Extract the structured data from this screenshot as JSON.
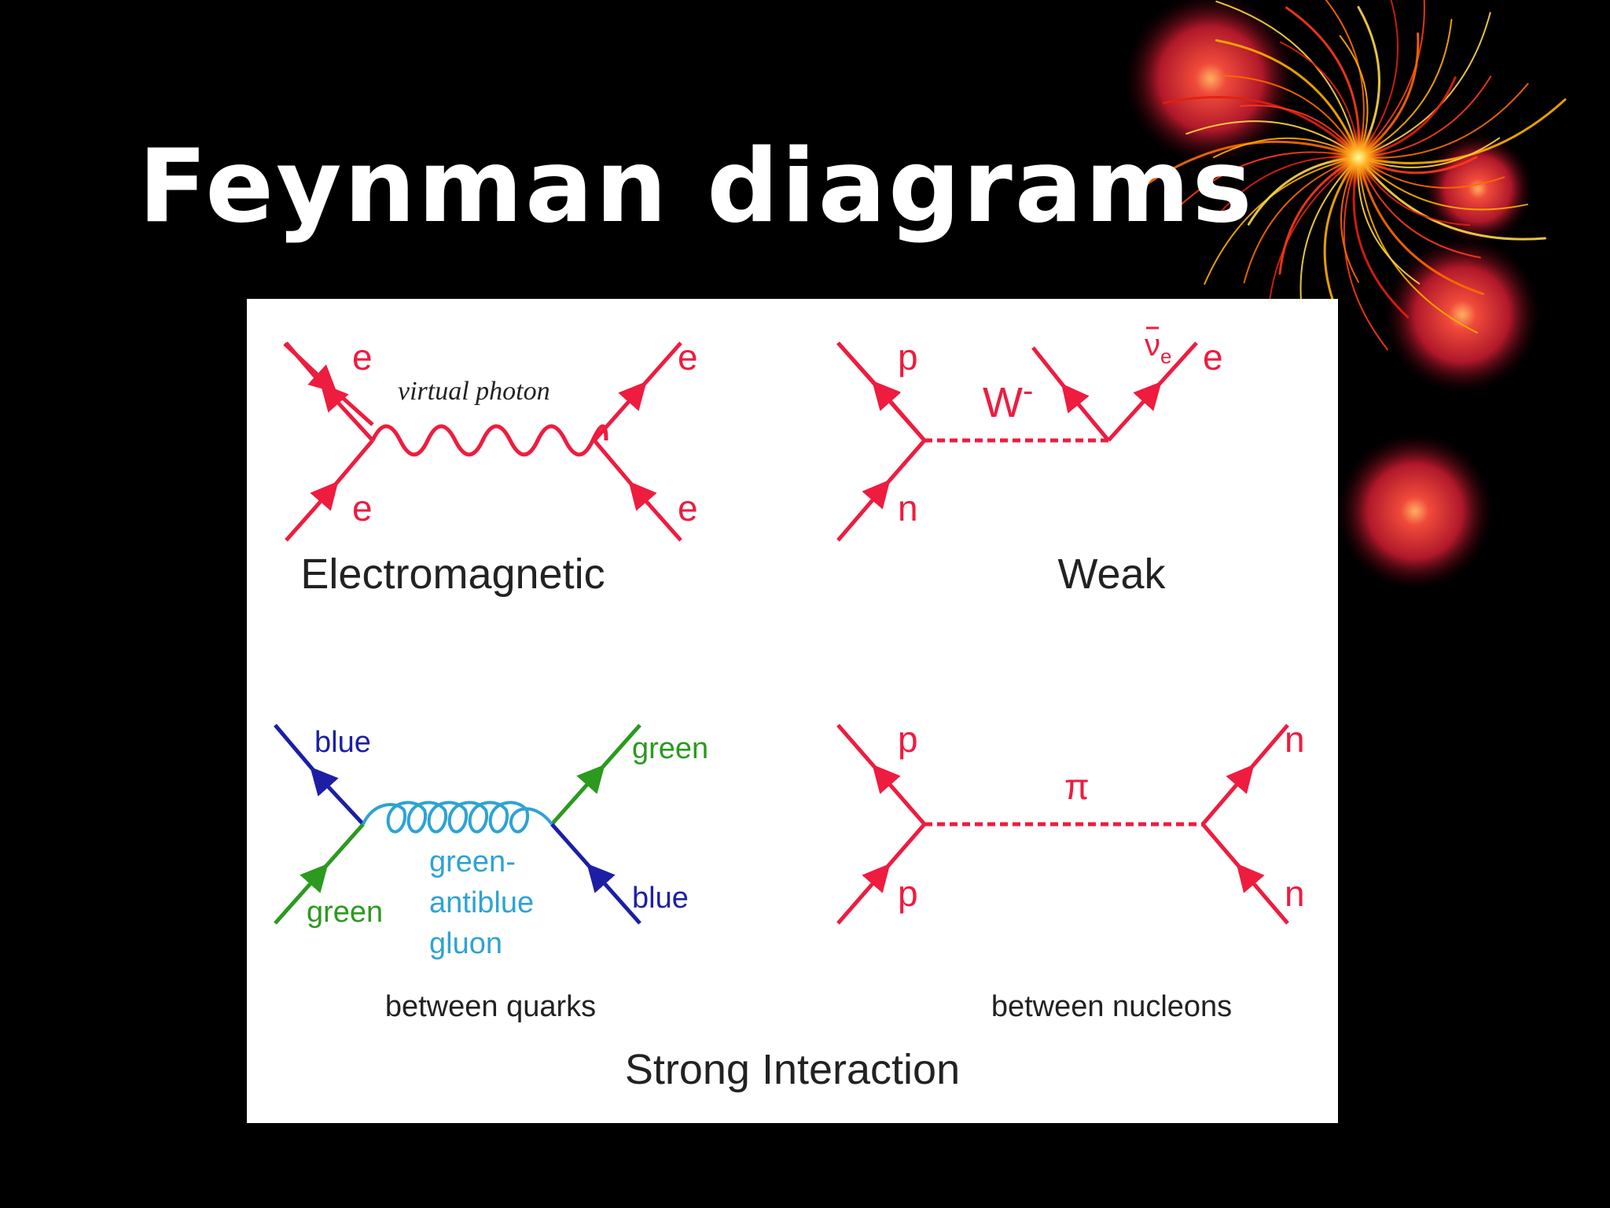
{
  "slide": {
    "title": "Feynman diagrams",
    "background": "#000000"
  },
  "colors": {
    "fermion": "#ee1c3f",
    "green_quark": "#2b9a1f",
    "blue_quark": "#1c1fa5",
    "gluon": "#2ea3d3",
    "text": "#222222"
  },
  "figure": {
    "electromagnetic": {
      "incoming_top": "e",
      "incoming_bottom": "e",
      "outgoing_top": "e",
      "outgoing_bottom": "e",
      "mediator": "virtual photon",
      "caption": "Electromagnetic"
    },
    "weak": {
      "particle_top": "p",
      "particle_bottom": "n",
      "mediator": "W",
      "mediator_charge": "-",
      "antineutrino": "ν",
      "antineutrino_sub": "e",
      "electron": "e",
      "caption": "Weak"
    },
    "strong_quarks": {
      "top_left": "blue",
      "bottom_left": "green",
      "top_right": "green",
      "bottom_right": "blue",
      "gluon_line1": "green-",
      "gluon_line2": "antiblue",
      "gluon_line3": "gluon",
      "caption": "between quarks"
    },
    "strong_nucleons": {
      "top_left": "p",
      "bottom_left": "p",
      "top_right": "n",
      "bottom_right": "n",
      "mediator": "π",
      "caption": "between nucleons"
    },
    "strong_caption": "Strong Interaction"
  }
}
